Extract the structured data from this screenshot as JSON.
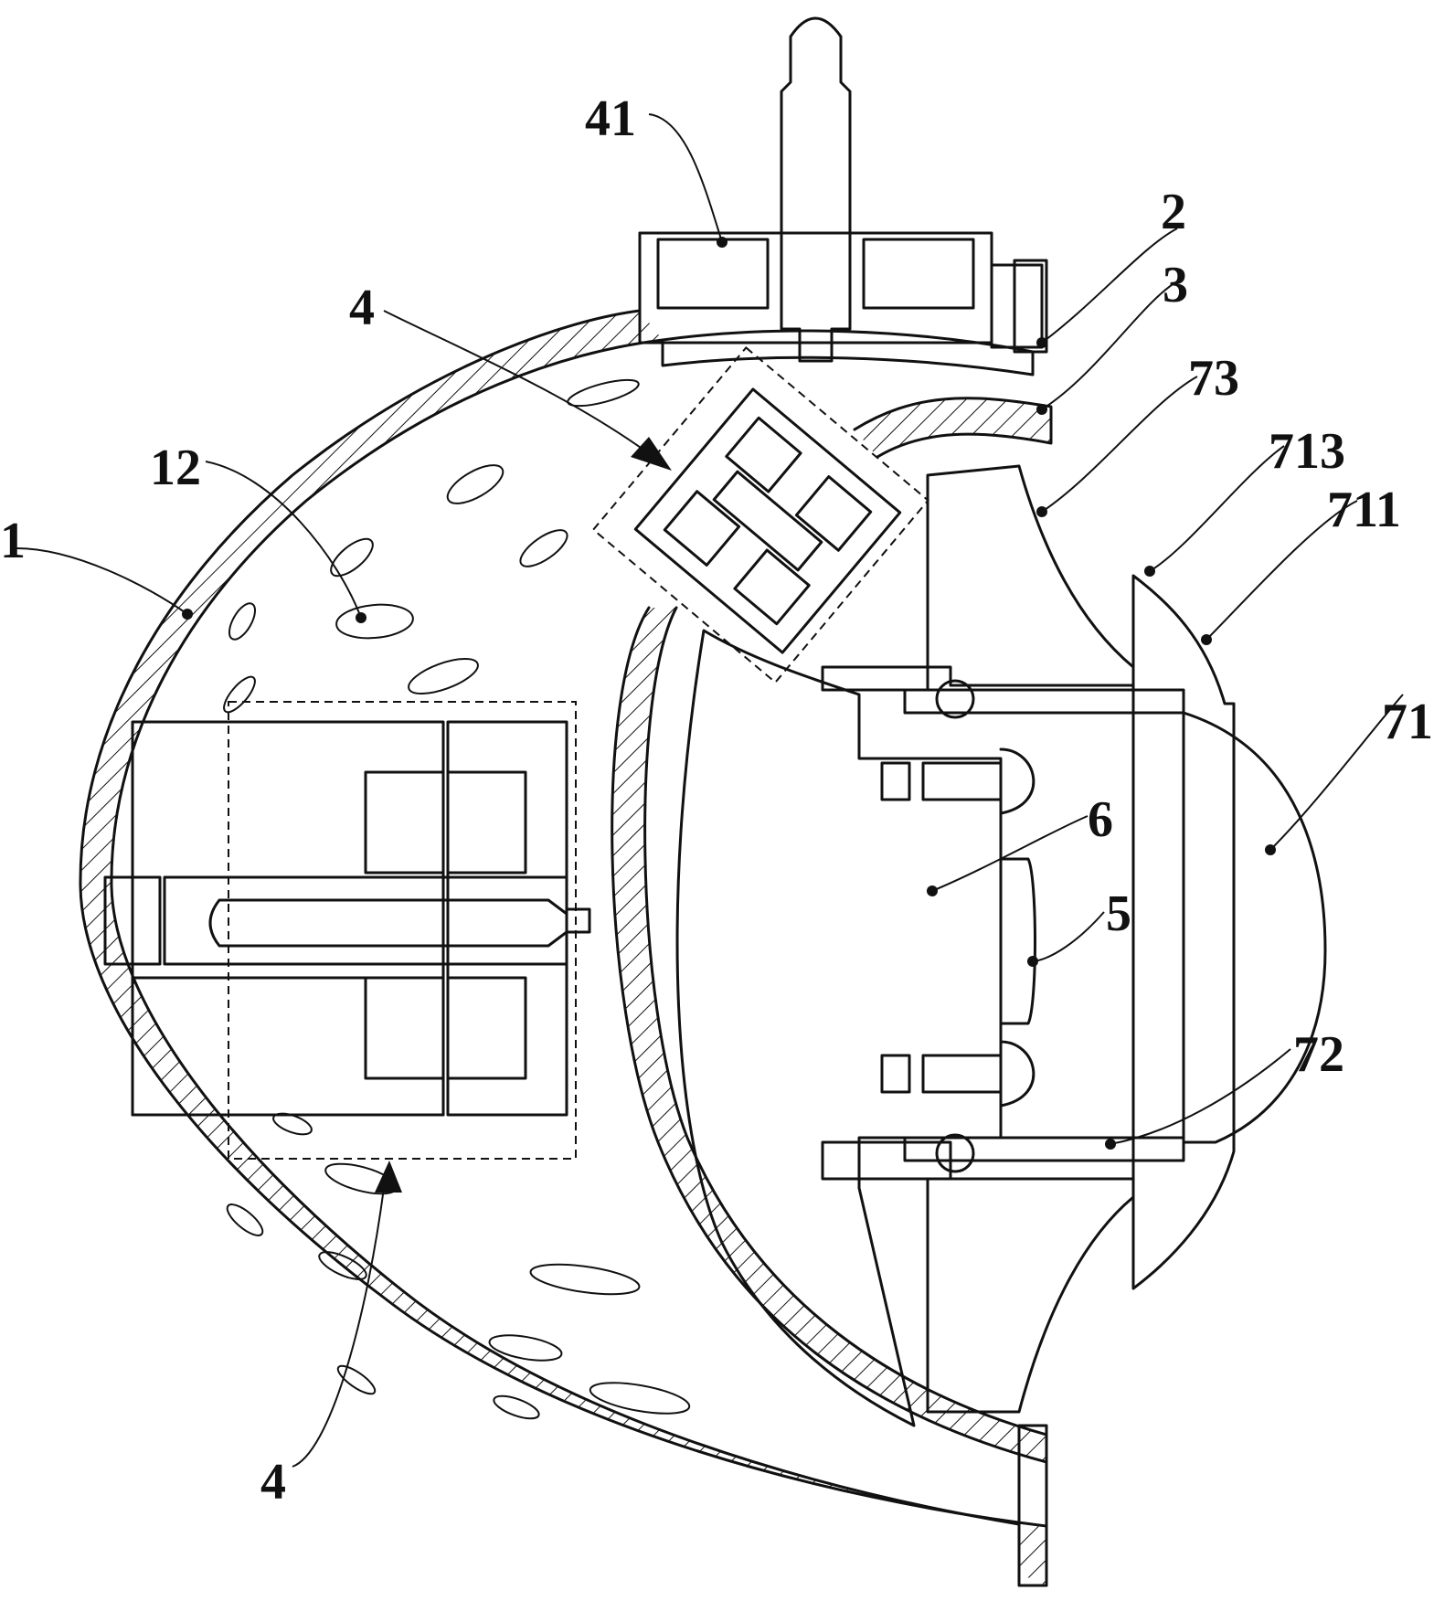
{
  "labels": {
    "l41": "41",
    "l2": "2",
    "l3": "3",
    "l4_top": "4",
    "l73": "73",
    "l713": "713",
    "l12": "12",
    "l711": "711",
    "l1": "1",
    "l71": "71",
    "l6": "6",
    "l5": "5",
    "l72": "72",
    "l4_bottom": "4"
  }
}
